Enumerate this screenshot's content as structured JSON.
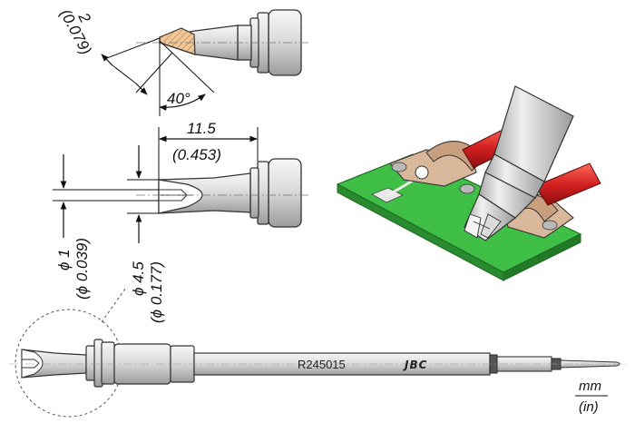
{
  "dimensions": {
    "tip_width_mm": "2",
    "tip_width_in": "(0.079)",
    "angle": "40°",
    "length_mm": "11.5",
    "length_in": "(0.453)",
    "slot_dia_mm": "ϕ 1",
    "slot_dia_in": "(ϕ 0.039)",
    "body_dia_mm": "ϕ 4.5",
    "body_dia_in": "(ϕ 0.177)"
  },
  "cartridge": {
    "part_number": "R245015",
    "brand": "JBC"
  },
  "units": {
    "primary": "mm",
    "secondary": "(in)"
  },
  "colors": {
    "metal_light": "#ececec",
    "metal_mid": "#c4c4c4",
    "metal_dark": "#8d8d8d",
    "tip_copper": "#f2c79a",
    "pcb_green": "#3fbf46",
    "wire_red": "#d42020"
  }
}
